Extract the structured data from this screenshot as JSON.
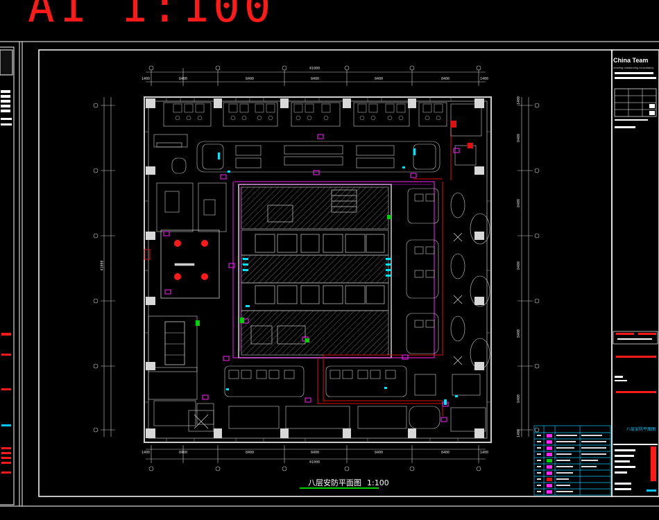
{
  "sheet": {
    "size_label": "A1   1:100",
    "drawing_title": "八层安防平面图",
    "drawing_scale": "1:100",
    "side_title": "八层安防平面图"
  },
  "brand": {
    "name": "China Team",
    "tagline": "creating outstanding consultancy"
  },
  "dimensions": {
    "overall": "41000",
    "top": [
      "1400",
      "8400",
      "8400",
      "8400",
      "8400",
      "8400",
      "1400"
    ],
    "bottom": [
      "1400",
      "8400",
      "8400",
      "8400",
      "8400",
      "8400",
      "1400"
    ],
    "right": [
      "1400",
      "8400",
      "8400",
      "8400",
      "8400",
      "8400",
      "1400"
    ],
    "left_overall": "41000"
  },
  "legend": {
    "rows": 10
  },
  "colors": {
    "frame": "#ffffff",
    "wall": "#cfcfcf",
    "security": "#ff22ff",
    "route_red": "#e01010",
    "cyan": "#00e5ff",
    "green": "#00d000",
    "red_label": "#ff1a1a"
  }
}
